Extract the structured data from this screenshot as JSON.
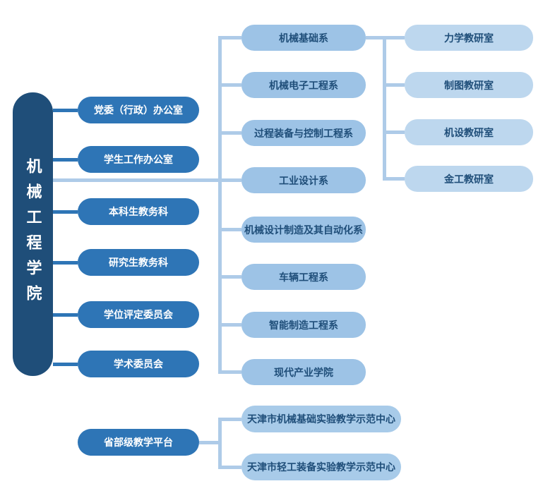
{
  "colors": {
    "root_fill": "#1f4e79",
    "admin_fill": "#2e75b6",
    "department_fill": "#9dc3e6",
    "office_fill": "#bdd7ee",
    "center_fill": "#a8cbe9",
    "dark_text": "#1f4e79",
    "light_text": "#ffffff",
    "connector_dark": "#2e75b6",
    "connector_light": "#aecbe8"
  },
  "root": {
    "label": "机械工程学院"
  },
  "admin_offices": [
    {
      "label": "党委（行政）办公室"
    },
    {
      "label": "学生工作办公室"
    },
    {
      "label": "本科生教务科"
    },
    {
      "label": "研究生教务科"
    },
    {
      "label": "学位评定委员会"
    },
    {
      "label": "学术委员会"
    }
  ],
  "departments": [
    {
      "label": "机械基础系"
    },
    {
      "label": "机械电子工程系"
    },
    {
      "label": "过程装备与控制工程系"
    },
    {
      "label": "工业设计系"
    },
    {
      "label": "机械设计制造及其自动化系"
    },
    {
      "label": "车辆工程系"
    },
    {
      "label": "智能制造工程系"
    },
    {
      "label": "现代产业学院"
    }
  ],
  "teaching_offices": [
    {
      "label": "力学教研室"
    },
    {
      "label": "制图教研室"
    },
    {
      "label": "机设教研室"
    },
    {
      "label": "金工教研室"
    }
  ],
  "platform": {
    "label": "省部级教学平台"
  },
  "demo_centers": [
    {
      "label": "天津市机械基础实验教学示范中心"
    },
    {
      "label": "天津市轻工装备实验教学示范中心"
    }
  ]
}
